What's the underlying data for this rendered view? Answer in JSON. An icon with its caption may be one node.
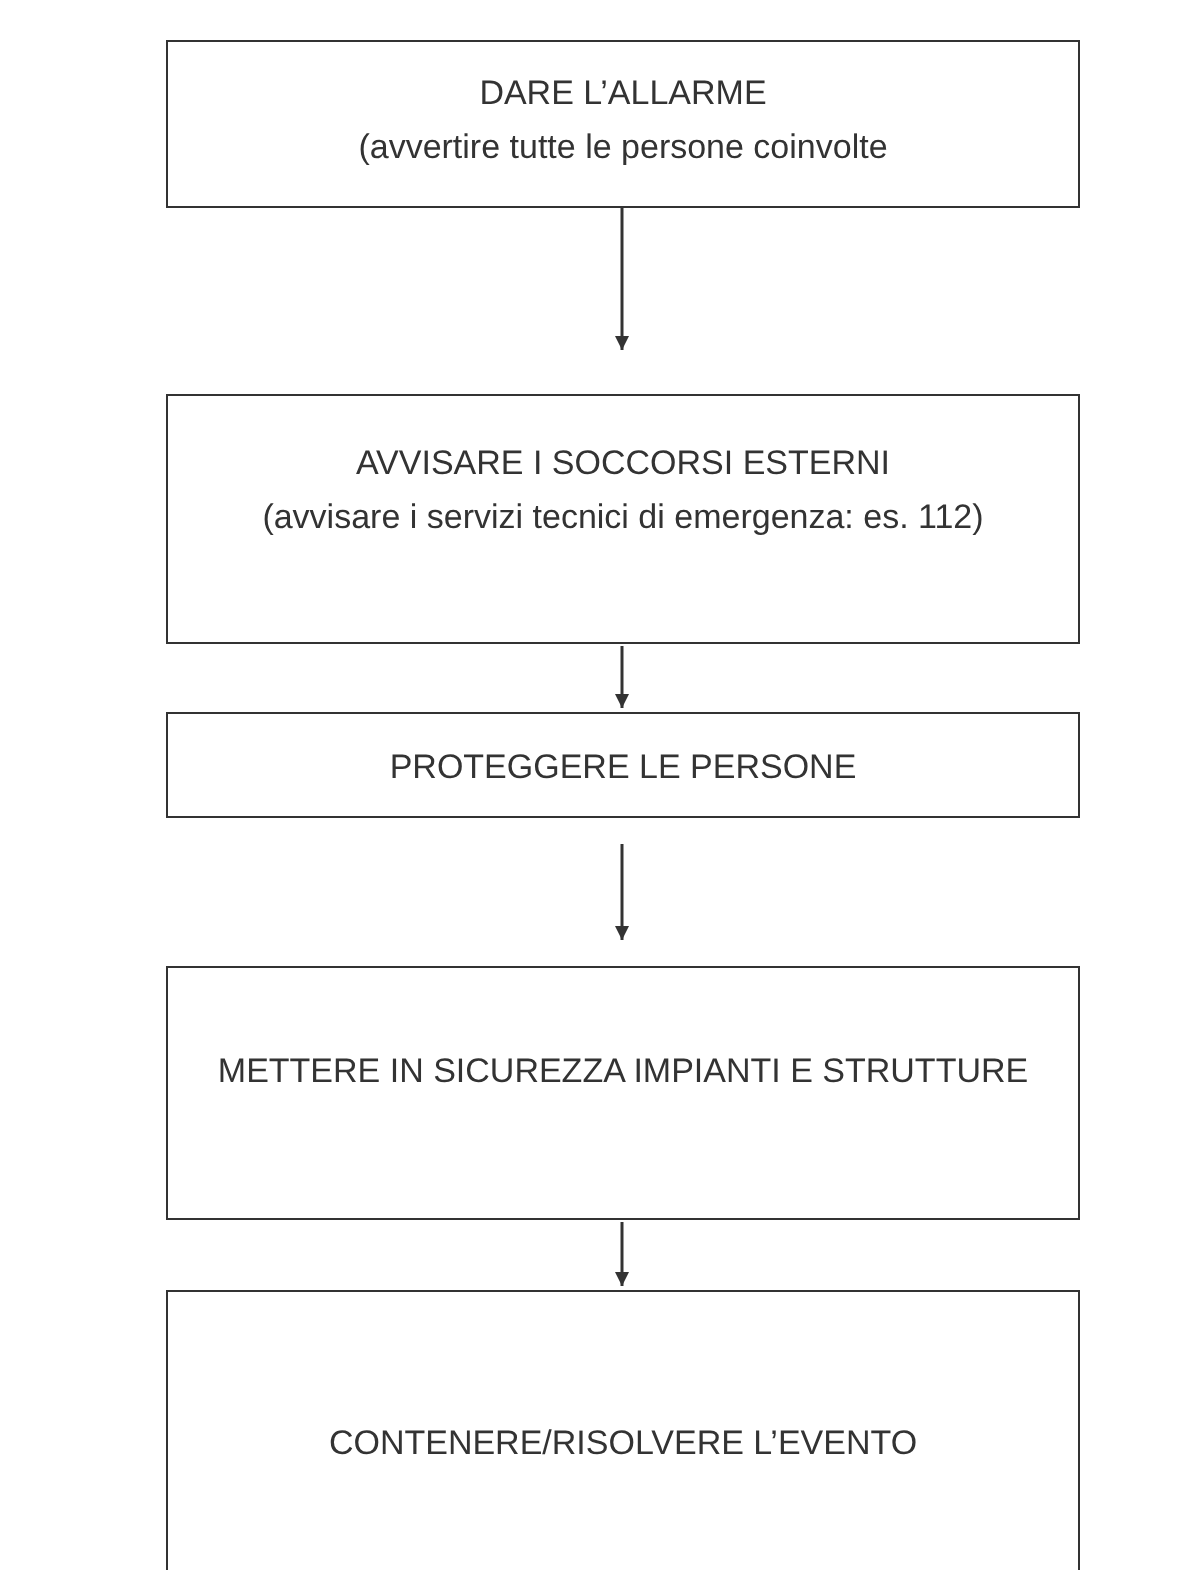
{
  "diagram": {
    "nodes": [
      {
        "text": [
          "DARE L’ALLARME",
          "(avvertire tutte le persone coinvolte"
        ]
      },
      {
        "text": [
          "AVVISARE I SOCCORSI ESTERNI",
          "(avvisare i servizi tecnici di emergenza: es. 112)"
        ]
      },
      {
        "text": [
          "PROTEGGERE LE PERSONE"
        ]
      },
      {
        "text": [
          "METTERE IN SICUREZZA IMPIANTI E STRUTTURE"
        ]
      },
      {
        "text": [
          "CONTENERE/RISOLVERE L’EVENTO"
        ]
      }
    ],
    "edges": [
      {
        "from": 0,
        "to": 1,
        "arrow": "to"
      },
      {
        "from": 1,
        "to": 2,
        "arrow": "to"
      },
      {
        "from": 2,
        "to": 3,
        "arrow": "to"
      },
      {
        "from": 3,
        "to": 4,
        "arrow": "to"
      }
    ]
  }
}
